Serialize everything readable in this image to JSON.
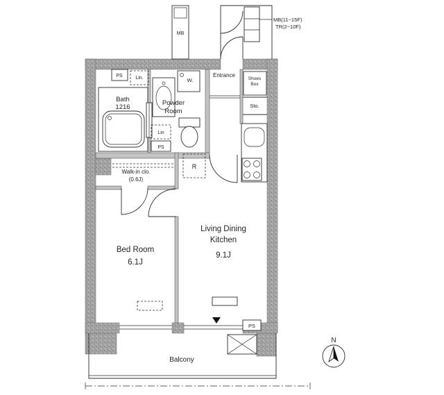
{
  "colors": {
    "wall": "#a6a6a6",
    "line": "#2b2b2b",
    "text": "#222222",
    "background": "#ffffff"
  },
  "annotation": {
    "line1": "MB(11~15F)",
    "line2": "TR(2~10F)"
  },
  "rooms": {
    "bath": {
      "name": "Bath",
      "size": "1216"
    },
    "powder_room": {
      "line1": "Powder",
      "line2": "Room"
    },
    "entrance": {
      "name": "Entrance"
    },
    "shoes_box": {
      "line1": "Shoes",
      "line2": "Box"
    },
    "storage": {
      "name": "Sto."
    },
    "walk_in_closet": {
      "name": "Walk-in clo.",
      "size": "(0.6J)"
    },
    "bedroom": {
      "name": "Bed Room",
      "size": "6.1J"
    },
    "ldk": {
      "line1": "Living Dining",
      "line2": "Kitchen",
      "size": "9.1J"
    },
    "balcony": {
      "name": "Balcony"
    }
  },
  "fixtures": {
    "meter_box": "MB",
    "pipe_space_top": "PS",
    "linen_top": "Lin.",
    "washer": "W.",
    "linen_mid": "Lin",
    "pipe_space_mid": "PS",
    "refrigerator": "R",
    "pipe_space_bottom": "PS"
  },
  "compass": {
    "north": "N"
  }
}
